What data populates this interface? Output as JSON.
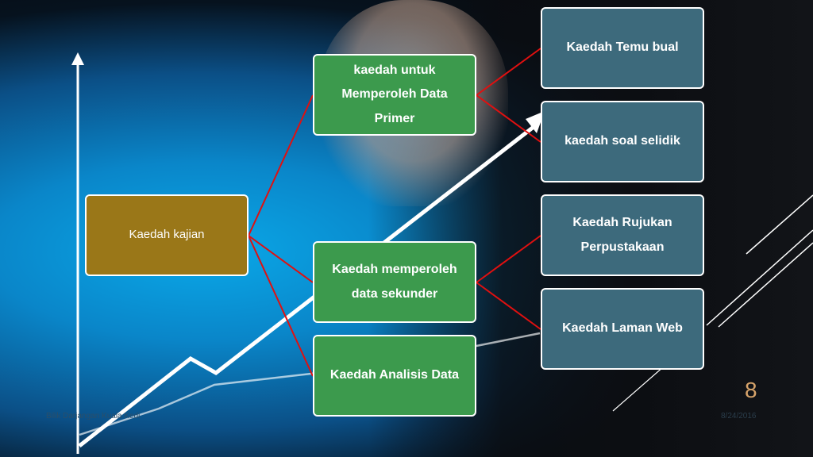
{
  "root": {
    "label": "Kaedah kajian"
  },
  "middle": [
    {
      "label": "kaedah untuk Memperoleh Data Primer"
    },
    {
      "label": "Kaedah memperoleh data sekunder"
    },
    {
      "label": "Kaedah Analisis Data"
    }
  ],
  "right": [
    {
      "label": "Kaedah Temu bual"
    },
    {
      "label": "kaedah soal selidik"
    },
    {
      "label": "Kaedah Rujukan Perpustakaan"
    },
    {
      "label": "Kaedah Laman Web"
    }
  ],
  "slide": {
    "page_number": "8",
    "footer_left": "Bilik Darjangan Kuala Kedi",
    "footer_right": "8/24/2016"
  },
  "colors": {
    "connector": "#e01010",
    "green_box": "#3c9a4d",
    "teal_box": "#3d6a7c",
    "olive_box": "#9a7718",
    "page_number": "#d6a36a"
  }
}
